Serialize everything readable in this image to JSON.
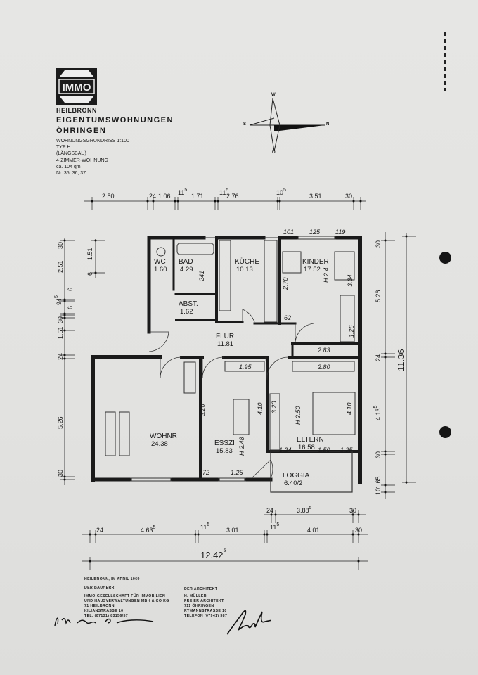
{
  "header": {
    "logo_text": "IMMO",
    "city_brand": "HEILBRONN",
    "title": "EIGENTUMSWOHNUNGEN",
    "location": "ÖHRINGEN",
    "lines": [
      "WOHNUNGSGRUNDRISS 1:100",
      "TYP H",
      "(LÄNGSBAU)",
      "4-ZIMMER-WOHNUNG",
      "ca. 104 qm",
      "Nr. 35, 36, 37"
    ]
  },
  "compass": {
    "n": "N",
    "s": "S",
    "w": "W",
    "o": "O"
  },
  "rooms": [
    {
      "name": "WC",
      "area": "1.60"
    },
    {
      "name": "BAD",
      "area": "4.29"
    },
    {
      "name": "KÜCHE",
      "area": "10.13"
    },
    {
      "name": "KINDER",
      "area": "17.52"
    },
    {
      "name": "ABST.",
      "area": "1.62"
    },
    {
      "name": "FLUR",
      "area": "11.81"
    },
    {
      "name": "WOHNR",
      "area": "24.38"
    },
    {
      "name": "ESSZI",
      "area": "15.83"
    },
    {
      "name": "ELTERN",
      "area": "16.58"
    },
    {
      "name": "LOGGIA",
      "area": "6.40/2"
    }
  ],
  "handwritten_dims": [
    "101",
    "125",
    "119",
    "2.70",
    "H 2.4",
    "3.34",
    "62",
    "2.83",
    "1.26",
    "241",
    "1.95",
    "2.80",
    "3.20",
    "4.10",
    "3.20",
    "H 2.50",
    "4.10",
    "H 2.48",
    "1.24",
    "1.50",
    "1.25",
    "72",
    "1.25"
  ],
  "dims_top": [
    {
      "v": "2.50"
    },
    {
      "v": "24"
    },
    {
      "v": "1.06"
    },
    {
      "v": "11",
      "sup": "5"
    },
    {
      "v": "1.71"
    },
    {
      "v": "11",
      "sup": "5"
    },
    {
      "v": "2.76"
    },
    {
      "v": "10",
      "sup": "5"
    },
    {
      "v": "3.51"
    },
    {
      "v": "30"
    }
  ],
  "dims_left": [
    {
      "v": "30"
    },
    {
      "v": "2.51"
    },
    {
      "v": "6"
    },
    {
      "v": "94",
      "sup": "5"
    },
    {
      "v": "6"
    },
    {
      "v": "30"
    },
    {
      "v": "1.51"
    },
    {
      "v": "24"
    },
    {
      "v": "5.26"
    },
    {
      "v": "30"
    }
  ],
  "dims_left_inner": [
    {
      "v": "1.51"
    },
    {
      "v": "6"
    }
  ],
  "dims_right": [
    {
      "v": "30"
    },
    {
      "v": "5.26"
    },
    {
      "v": "24"
    },
    {
      "v": "4.13",
      "sup": "5"
    },
    {
      "v": "30"
    },
    {
      "v": "1.65"
    },
    {
      "v": "10"
    }
  ],
  "dim_right_total": {
    "v": "11.36"
  },
  "dims_loggia": [
    {
      "v": "24"
    },
    {
      "v": "3.88",
      "sup": "5"
    },
    {
      "v": "30"
    }
  ],
  "dims_bottom": [
    {
      "v": "24"
    },
    {
      "v": "4.63",
      "sup": "5"
    },
    {
      "v": "11",
      "sup": "5"
    },
    {
      "v": "3.01"
    },
    {
      "v": "11",
      "sup": "5"
    },
    {
      "v": "4.01"
    },
    {
      "v": "30"
    }
  ],
  "dim_bottom_total": {
    "v": "12.42",
    "sup": "5"
  },
  "footer": {
    "date": "HEILBRONN, IM APRIL 1969",
    "client_heading": "DER BAUHERR",
    "client_lines": [
      "IMMO-GESELLSCHAFT FÜR IMMOBILIEN",
      "UND HAUSVERWALTUNGEN MBH & CO KG",
      "71 HEILBRONN",
      "KILIANSTRASSE 10",
      "TEL. (07131) 83156/57"
    ],
    "architect_heading": "DER ARCHITEKT",
    "architect_lines": [
      "H. MÜLLER",
      "FREIER ARCHITEKT",
      "711 ÖHRINGEN",
      "RYMANNSTRASSE 10",
      "TELEFON (07941) 387"
    ]
  }
}
